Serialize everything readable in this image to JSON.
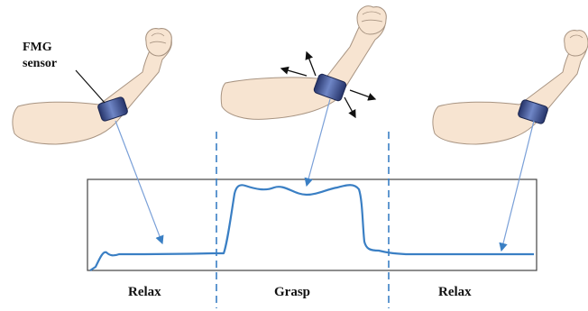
{
  "sensor_label": [
    "FMG",
    "sensor"
  ],
  "phases": [
    "Relax",
    "Grasp",
    "Relax"
  ],
  "colors": {
    "skin": "#f7e4d1",
    "skin_outline": "#a89482",
    "band": "#2e3f7a",
    "band_highlight": "#6f86c6",
    "signal": "#3a7fc4",
    "pointer": "#7aa0d8",
    "divider": "#3a7fc4",
    "frame": "#444444",
    "force_arrow": "#111111"
  },
  "icons": [
    "relaxed-arm",
    "grasping-arm",
    "relaxed-arm"
  ]
}
